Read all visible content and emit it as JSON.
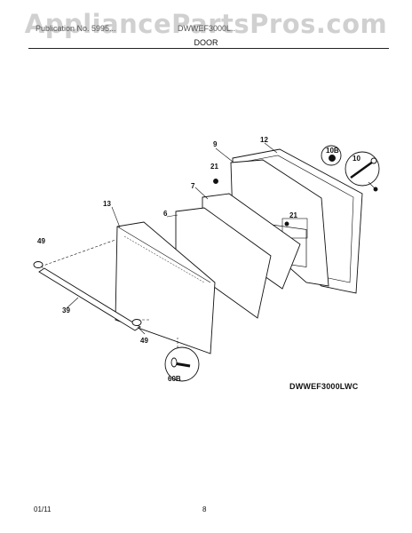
{
  "watermark": "AppliancePartsPros.com",
  "header": {
    "publication": "Publication No. 5995...",
    "model": "DWWEF3000L..",
    "section": "DOOR"
  },
  "callouts": {
    "c9": "9",
    "c12": "12",
    "c10b": "10B",
    "c10": "10",
    "c21a": "21",
    "c7": "7",
    "c21b": "21",
    "c13": "13",
    "c6": "6",
    "c49a": "49",
    "c39": "39",
    "c49b": "49",
    "c60b": "60B"
  },
  "model_code": "DWWEF3000LWC",
  "footer": {
    "date": "01/11",
    "page": "8"
  }
}
